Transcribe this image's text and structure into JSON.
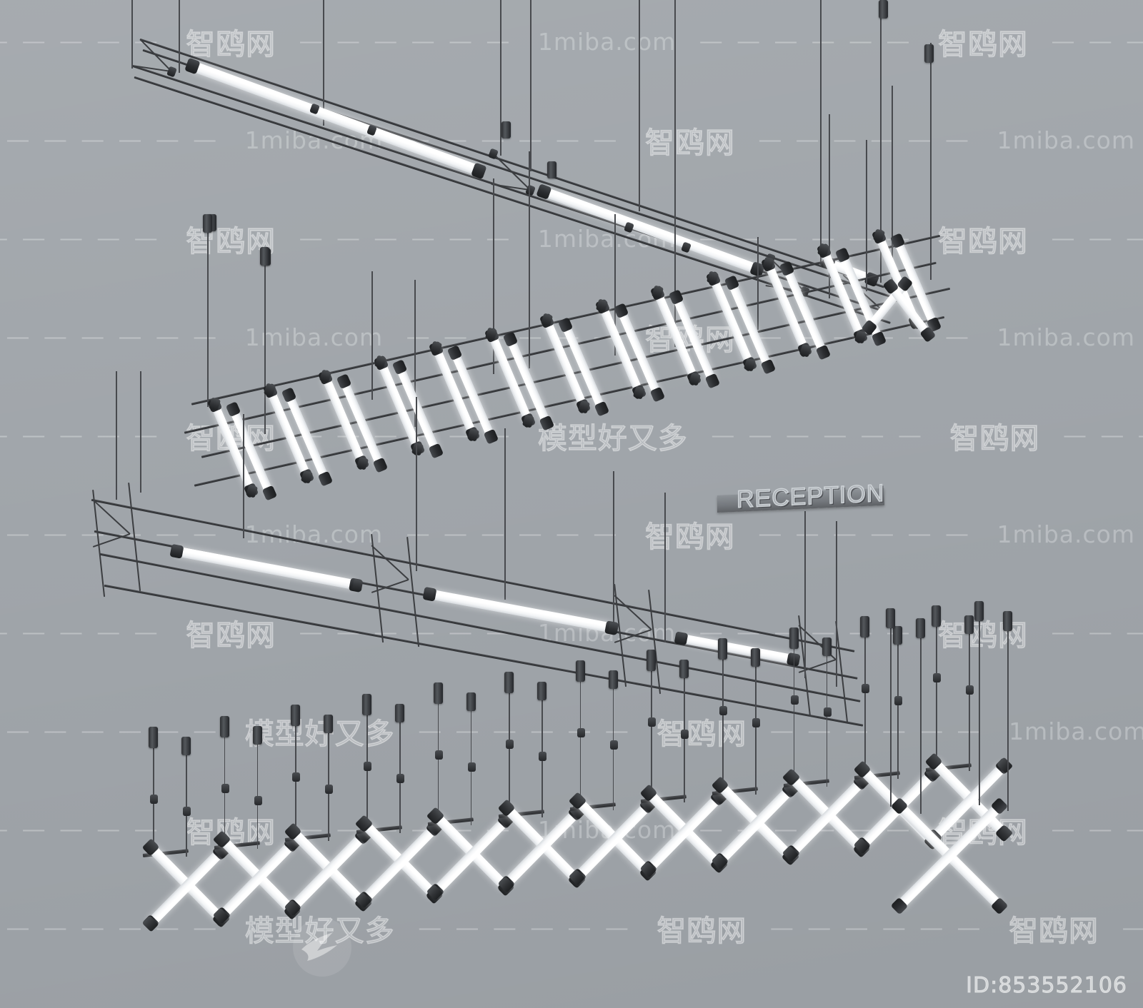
{
  "scene": {
    "title": "3D pendant lighting fixture render",
    "background_color": "#9fa4a9",
    "tube_color": "#ffffff",
    "hardware_color": "#2b2d30"
  },
  "sign": {
    "text": "RECEPTION",
    "plate_color": "#74787d"
  },
  "id_tag": {
    "label": "ID:853552106"
  },
  "watermark": {
    "brand_cn": "智鸥网",
    "brand_en": "1miba.com",
    "slogan_cn": "模型好又多",
    "dash": "— — — — — —",
    "logo_name": "swallow-logo"
  },
  "watermark_rows": [
    {
      "a": "1miba.com",
      "b": "智鸥网",
      "c": "1miba.com",
      "d": "智鸥网"
    },
    {
      "a": "智鸥网",
      "b": "1miba.com",
      "c": "智鸥网",
      "d": "1miba.com"
    },
    {
      "a": "1miba.com",
      "b": "智鸥网",
      "c": "1miba.com",
      "d": "智鸥网"
    },
    {
      "a": "智鸥网",
      "b": "1miba.com",
      "c": "智鸥网",
      "d": "1miba.com"
    },
    {
      "a": "1miba.com",
      "b": "智鸥网",
      "c": "模型好又多",
      "d": "智鸥网"
    },
    {
      "a": "智鸥网",
      "b": "1miba.com",
      "c": "智鸥网",
      "d": "1miba.com"
    },
    {
      "a": "1miba.com",
      "b": "智鸥网",
      "c": "1miba.com",
      "d": "智鸥网"
    },
    {
      "a": "智鸥网",
      "b": "模型好又多",
      "c": "智鸥网",
      "d": "1miba.com"
    },
    {
      "a": "1miba.com",
      "b": "智鸥网",
      "c": "1miba.com",
      "d": "智鸥网"
    },
    {
      "a": "智鸥网",
      "b": "模型好又多",
      "c": "智鸥网",
      "d": "智鸥网"
    }
  ],
  "fixtures": [
    {
      "name": "linear-pendant-top",
      "type": "linear",
      "tubes": 3
    },
    {
      "name": "zigzag-pendant-middle",
      "type": "zigzag",
      "tubes": 24
    },
    {
      "name": "linear-pendant-lower",
      "type": "linear",
      "tubes": 3
    },
    {
      "name": "zigzag-pendant-bottom",
      "type": "zigzag",
      "tubes": 22
    }
  ]
}
